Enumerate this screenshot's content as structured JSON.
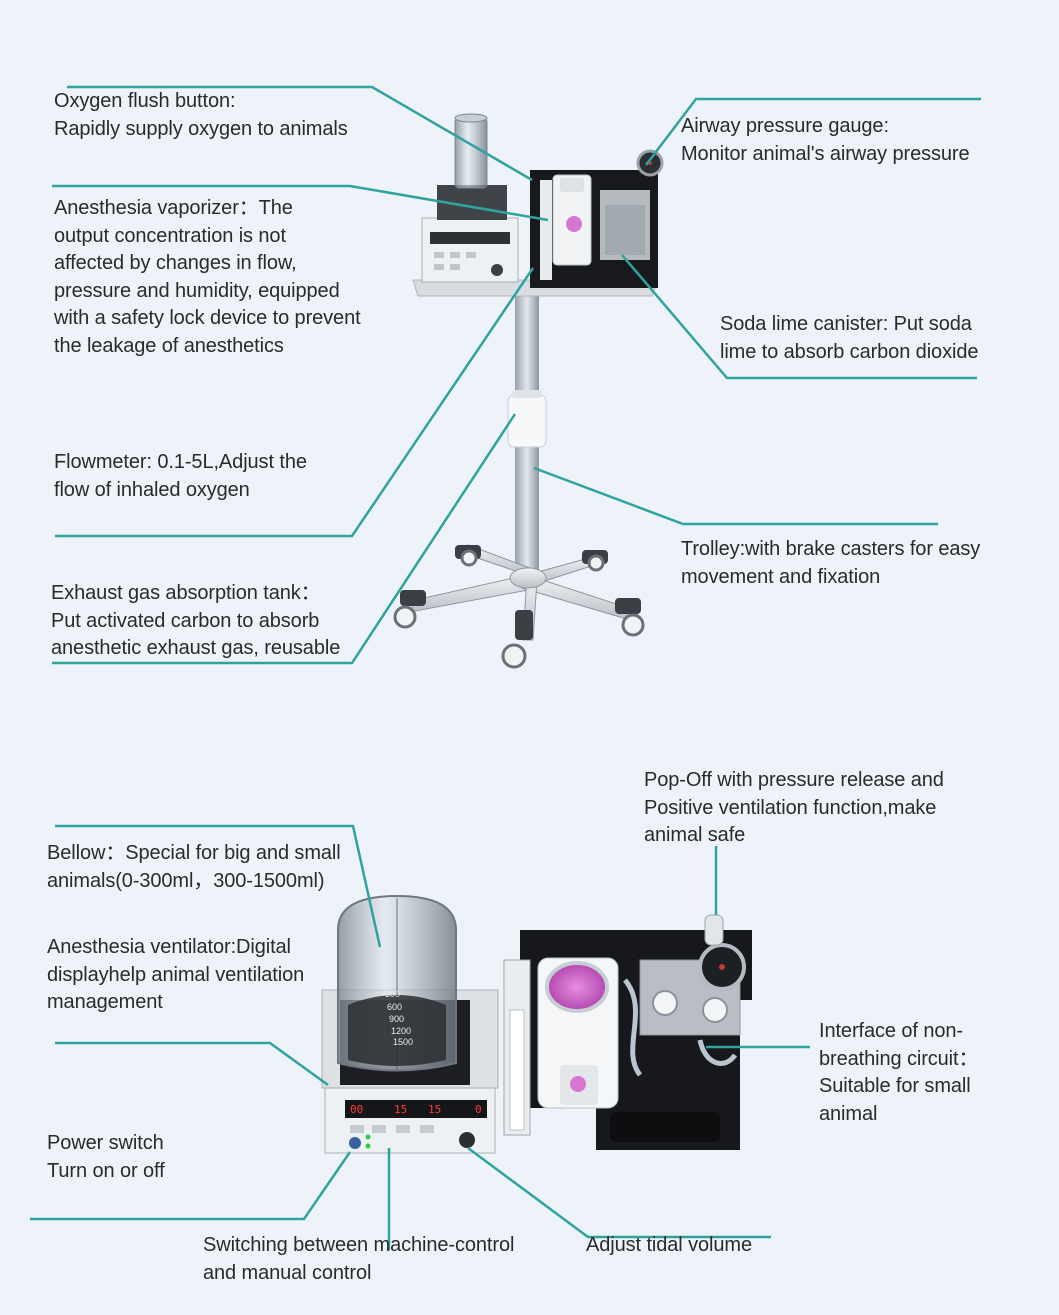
{
  "colors": {
    "background": "#eef3f9",
    "leader_line": "#2fa39e",
    "text": "#2a2a2a"
  },
  "top_section": {
    "oxygen_flush": [
      "Oxygen flush button:",
      "Rapidly supply oxygen to animals"
    ],
    "vaporizer": [
      "Anesthesia vaporizer：The",
      "output concentration is not",
      "affected by changes in flow,",
      "pressure and humidity, equipped",
      "with a safety lock device to prevent",
      "the leakage of anesthetics"
    ],
    "flowmeter": [
      "Flowmeter: 0.1-5L,Adjust the",
      "flow of inhaled oxygen"
    ],
    "exhaust_tank": [
      "Exhaust gas absorption tank：",
      "Put activated carbon to absorb",
      "anesthetic exhaust gas, reusable"
    ],
    "pressure_gauge": [
      "Airway pressure gauge:",
      "Monitor animal's airway pressure"
    ],
    "soda_lime": [
      "Soda lime canister: Put soda",
      "lime to absorb carbon dioxide"
    ],
    "trolley": [
      "Trolley:with brake casters for easy",
      "movement and  fixation"
    ]
  },
  "bottom_section": {
    "pop_off": [
      "Pop-Off with pressure release and",
      "Positive ventilation function,make",
      "animal safe"
    ],
    "bellow": [
      "Bellow：Special for big and small",
      "animals(0-300ml，300-1500ml)"
    ],
    "ventilator": [
      "Anesthesia ventilator:Digital",
      "displayhelp animal ventilation",
      "management"
    ],
    "non_breathing": [
      "Interface of non-",
      "breathing circuit：",
      "Suitable for small",
      "animal"
    ],
    "power_switch": [
      "Power switch",
      "Turn on or off"
    ],
    "switching": [
      "Switching between machine-control",
      "and manual control"
    ],
    "tidal_volume": [
      "Adjust tidal volume"
    ]
  },
  "device_text": {
    "bellow_scale": [
      "300",
      "600",
      "900",
      "1200",
      "1500"
    ],
    "display_readouts": [
      "00",
      "15",
      "15",
      "0"
    ]
  }
}
